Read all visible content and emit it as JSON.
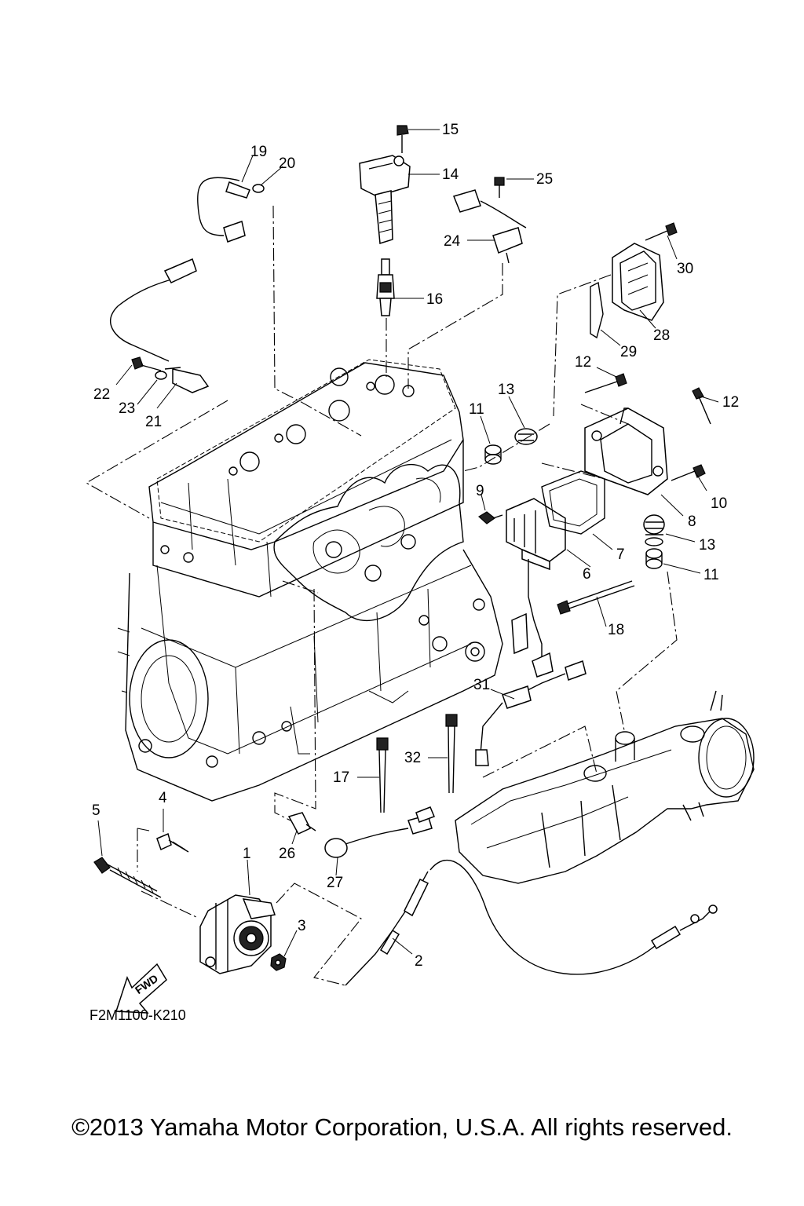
{
  "diagram": {
    "drawing_code": "F2M1100-K210",
    "fwd_label": "FWD",
    "copyright": "©2013 Yamaha Motor Corporation, U.S.A. All rights reserved.",
    "callouts": [
      "1",
      "2",
      "3",
      "4",
      "5",
      "6",
      "7",
      "8",
      "9",
      "10",
      "11",
      "11",
      "12",
      "12",
      "13",
      "13",
      "14",
      "15",
      "16",
      "17",
      "18",
      "19",
      "20",
      "21",
      "22",
      "23",
      "24",
      "25",
      "26",
      "27",
      "28",
      "29",
      "30",
      "31",
      "32"
    ]
  }
}
